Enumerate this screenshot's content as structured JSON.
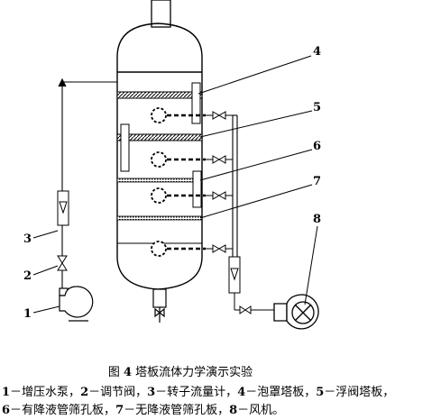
{
  "diagram": {
    "labels": {
      "n1": "1",
      "n2": "2",
      "n3": "3",
      "n4": "4",
      "n5": "5",
      "n6": "6",
      "n7": "7",
      "n8": "8"
    }
  },
  "caption": {
    "fig": "图",
    "num": "4",
    "title": "塔板流体力学演示实验"
  },
  "legend": {
    "line1": [
      {
        "num": "1",
        "text": "－增压水泵，"
      },
      {
        "num": "2",
        "text": "－调节阀，"
      },
      {
        "num": "3",
        "text": "－转子流量计，"
      },
      {
        "num": "4",
        "text": "－泡罩塔板，"
      },
      {
        "num": "5",
        "text": "－浮阀塔板，"
      }
    ],
    "line2": [
      {
        "num": "6",
        "text": "－有降液管筛孔板，"
      },
      {
        "num": "7",
        "text": "－无降液管筛孔板，"
      },
      {
        "num": "8",
        "text": "－风机。"
      }
    ]
  }
}
